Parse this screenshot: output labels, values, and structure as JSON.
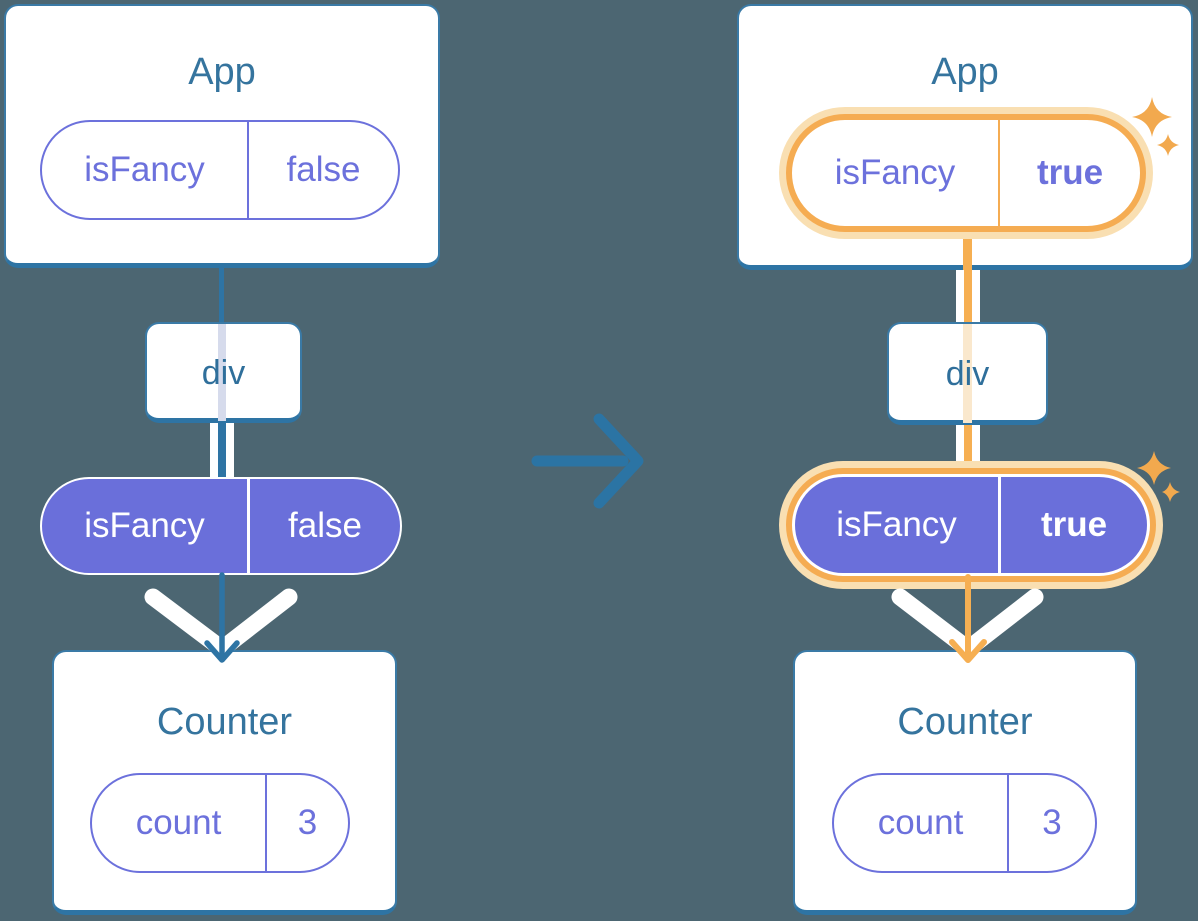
{
  "colors": {
    "background": "#4C6672",
    "card_edge": "#2E74A4",
    "heading_text": "#35749E",
    "purple_fill": "#6A6FDA",
    "purple_outline": "#6C71DC",
    "teal_line": "#2E74A4",
    "orange_highlight": "#F5AC52",
    "orange_glow": "#F9DFB2",
    "pale_orange_stripe": "#FAE8CD",
    "pale_lavender_stripe": "#D6DBEC",
    "transition_arrow": "#2B74A4",
    "sparkle": "#F2A94E"
  },
  "left_tree": {
    "app_title": "App",
    "app_prop_name": "isFancy",
    "app_prop_value": "false",
    "div_label": "div",
    "context_name": "isFancy",
    "context_value": "false",
    "counter_title": "Counter",
    "state_name": "count",
    "state_value": "3"
  },
  "right_tree": {
    "app_title": "App",
    "app_prop_name": "isFancy",
    "app_prop_value": "true",
    "div_label": "div",
    "context_name": "isFancy",
    "context_value": "true",
    "counter_title": "Counter",
    "state_name": "count",
    "state_value": "3"
  },
  "icons": {
    "transition_arrow": "right-arrow",
    "flow_arrow_left": "down-arrow",
    "flow_arrow_right": "down-arrow",
    "sparkles_app": "sparkle-stars",
    "sparkles_context": "sparkle-stars"
  }
}
